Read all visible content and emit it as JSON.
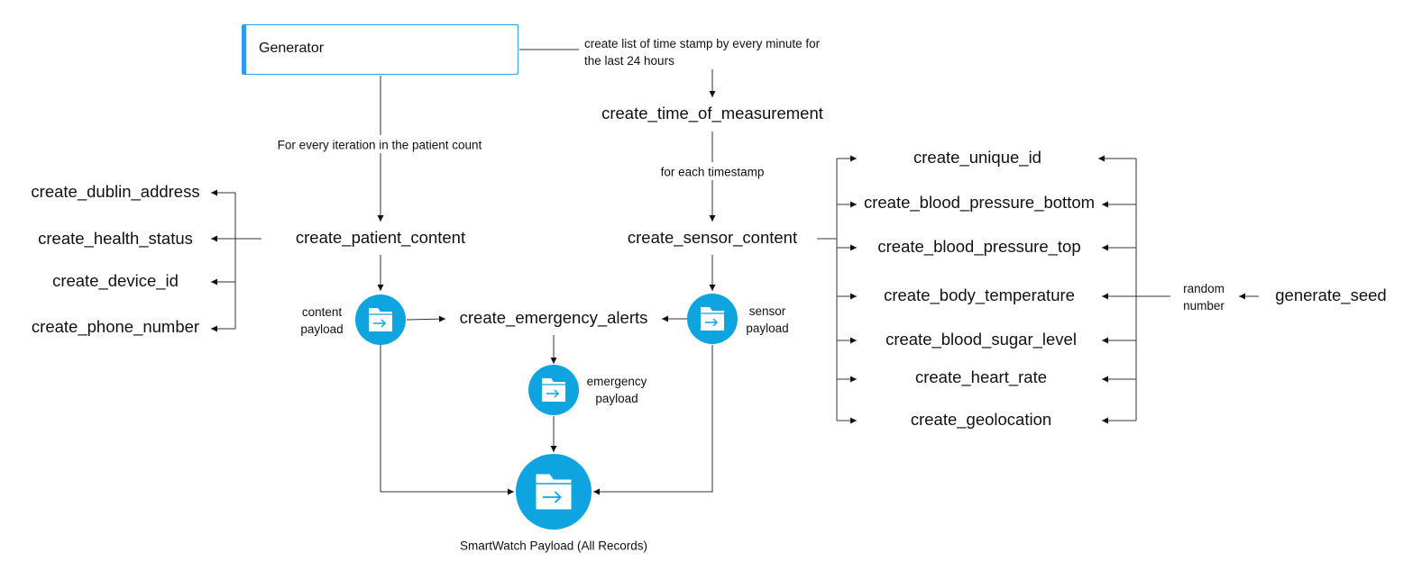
{
  "generator": {
    "label": "Generator"
  },
  "annotations": {
    "timestamp_note_line1": "create list of time stamp by every minute for",
    "timestamp_note_line2": "the last 24 hours",
    "patient_iteration": "For every iteration in the patient count",
    "each_timestamp": "for each timestamp"
  },
  "functions": {
    "create_time_of_measurement": "create_time_of_measurement",
    "create_patient_content": "create_patient_content",
    "create_sensor_content": "create_sensor_content",
    "create_emergency_alerts": "create_emergency_alerts",
    "create_dublin_address": "create_dublin_address",
    "create_health_status": "create_health_status",
    "create_device_id": "create_device_id",
    "create_phone_number": "create_phone_number",
    "create_unique_id": "create_unique_id",
    "create_blood_pressure_bottom": "create_blood_pressure_bottom",
    "create_blood_pressure_top": "create_blood_pressure_top",
    "create_body_temperature": "create_body_temperature",
    "create_blood_sugar_level": "create_blood_sugar_level",
    "create_heart_rate": "create_heart_rate",
    "create_geolocation": "create_geolocation",
    "generate_seed": "generate_seed"
  },
  "payloads": {
    "content_line1": "content",
    "content_line2": "payload",
    "sensor_line1": "sensor",
    "sensor_line2": "payload",
    "emergency_line1": "emergency",
    "emergency_line2": "payload",
    "smartwatch": "SmartWatch Payload (All Records)"
  },
  "random_number": {
    "line1": "random",
    "line2": "number"
  },
  "colors": {
    "accent": "#2f9bea",
    "payload_icon": "#0ea4df",
    "line": "#333333"
  },
  "icons": {
    "payload_icon": "folder-arrow-icon"
  }
}
